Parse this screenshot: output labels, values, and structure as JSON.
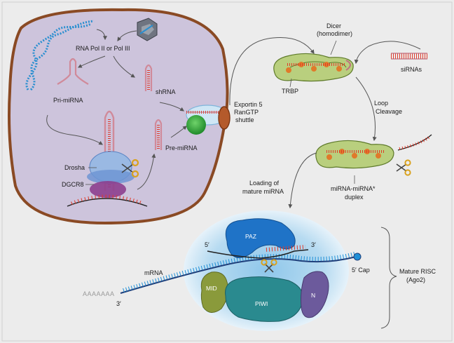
{
  "title": "miRNA / siRNA biogenesis and RISC loading pathway",
  "labels": {
    "rna_pol": "RNA Pol II or Pol III",
    "pri_mirna": "Pri-miRNA",
    "shrna": "shRNA",
    "pre_mirna": "Pre-miRNA",
    "drosha": "Drosha",
    "dgcr8": "DGCR8",
    "exportin_line1": "Exportin 5",
    "exportin_line2": "RanGTP",
    "exportin_line3": "shuttle",
    "dicer_line1": "Dicer",
    "dicer_line2": "(homodimer)",
    "trbp": "TRBP",
    "sirnas": "siRNAs",
    "loop_line1": "Loop",
    "loop_line2": "Cleavage",
    "loading_line1": "Loading of",
    "loading_line2": "mature miRNA",
    "duplex_line1": "miRNA-miRNA*",
    "duplex_line2": "duplex",
    "paz": "PAZ",
    "mid": "MID",
    "piwi": "PIWI",
    "n_domain": "N",
    "mrna": "mRNA",
    "five_prime_top": "5′",
    "three_prime_top": "3′",
    "three_prime_bottom": "3′",
    "poly_a": "AAAAAAA",
    "cap": "5′ Cap",
    "risc_line1": "Mature RISC",
    "risc_line2": "(Ago2)"
  },
  "colors": {
    "background": "#ececec",
    "nucleus_fill": "#cdc4dc",
    "nucleus_border": "#8a4a24",
    "rna_blue": "#1f8fd6",
    "rna_red": "#e03a2a",
    "dicer_green": "#b9cf7e",
    "paz_blue": "#1f73c7",
    "piwi_teal": "#2a8a8f",
    "mid_olive": "#8a9a3b",
    "n_purple": "#6c5a9c",
    "dna_blue": "#2a8fd0",
    "scissor_gold": "#d9a21e"
  }
}
